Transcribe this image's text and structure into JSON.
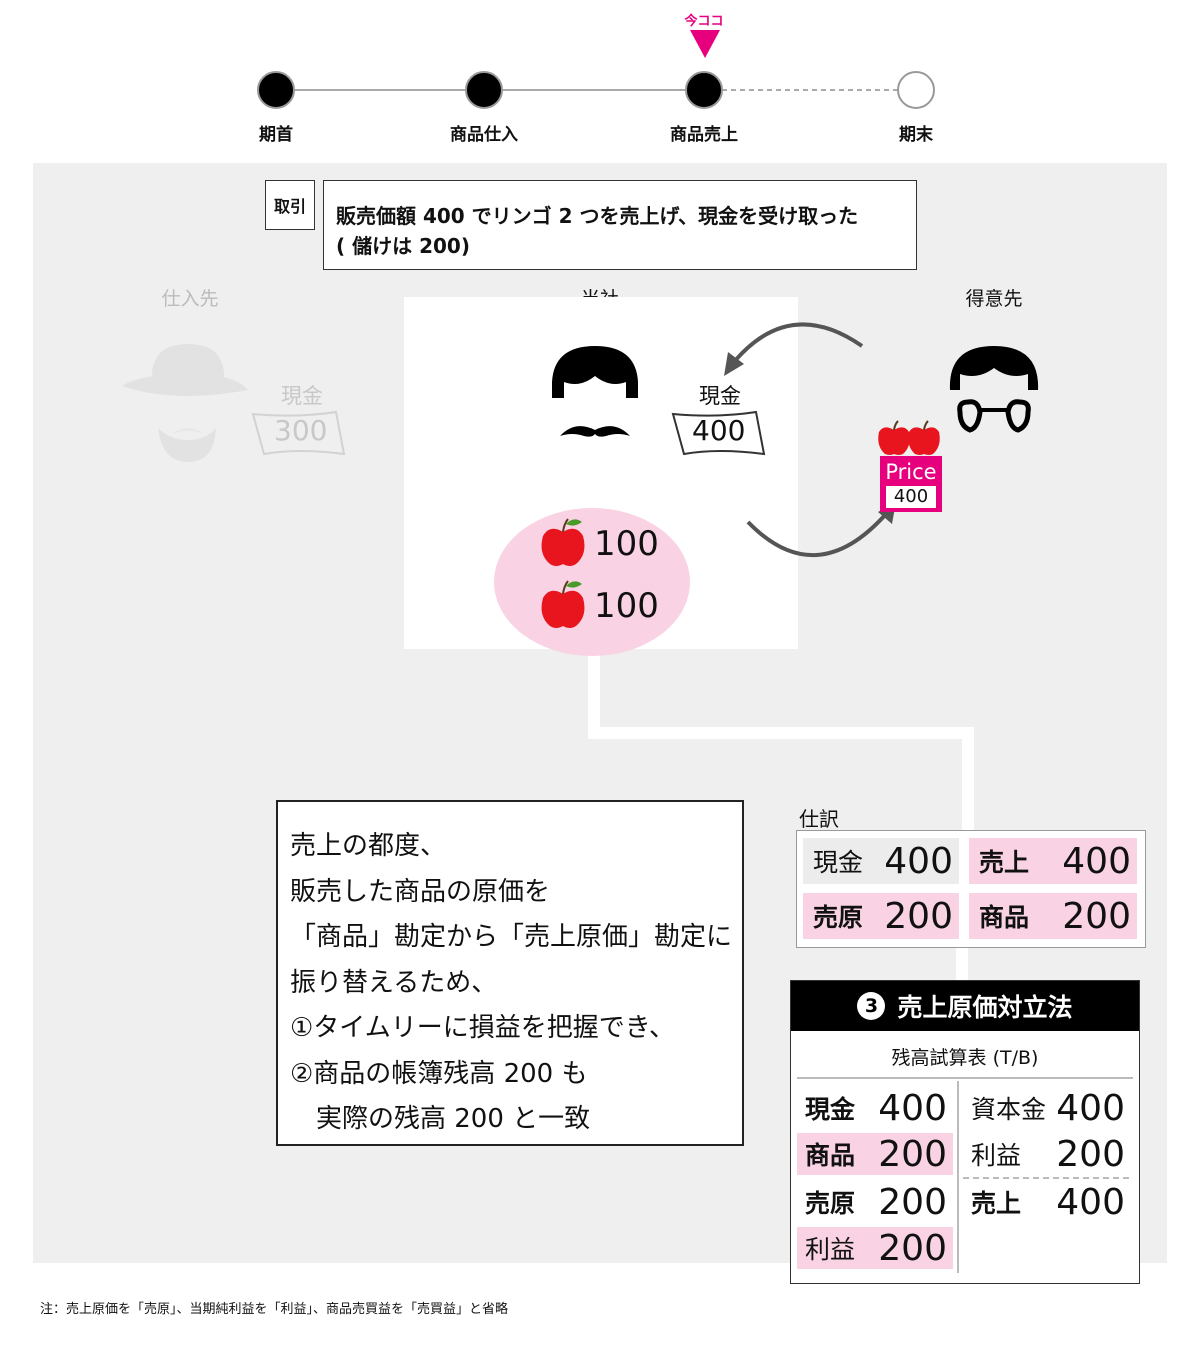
{
  "timeline": {
    "now_label": "今ココ",
    "steps": [
      {
        "label": "期首",
        "state": "done"
      },
      {
        "label": "商品仕入",
        "state": "done"
      },
      {
        "label": "商品売上",
        "state": "current"
      },
      {
        "label": "期末",
        "state": "future"
      }
    ]
  },
  "transaction": {
    "tag": "取引",
    "line1": "販売価額 400 でリンゴ 2 つを売上げ、現金を受け取った",
    "line2": "( 儲けは 200)"
  },
  "parties": {
    "supplier": "仕入先",
    "company": "当社",
    "customer": "得意先"
  },
  "supplier_cash": {
    "label": "現金",
    "amount": "300"
  },
  "received_cash": {
    "label": "現金",
    "amount": "400"
  },
  "price_tag": {
    "label": "Price",
    "amount": "400"
  },
  "inventory": [
    {
      "value": "100"
    },
    {
      "value": "100"
    }
  ],
  "explanation": {
    "lines": [
      "売上の都度、",
      "販売した商品の原価を",
      "「商品」勘定から「売上原価」勘定に",
      "振り替えるため、",
      "①タイムリーに損益を把握でき、",
      "②商品の帳簿残高 200 も",
      "　実際の残高 200 と一致"
    ]
  },
  "journal": {
    "title": "仕訳",
    "rows": [
      {
        "debit_account": "現金",
        "debit_amount": "400",
        "credit_account": "売上",
        "credit_amount": "400"
      },
      {
        "debit_account": "売原",
        "debit_amount": "200",
        "credit_account": "商品",
        "credit_amount": "200"
      }
    ]
  },
  "trial_balance": {
    "number": "3",
    "title": "売上原価対立法",
    "subtitle": "残高試算表 (T/B)",
    "debit": [
      {
        "account": "現金",
        "amount": "400"
      },
      {
        "account": "商品",
        "amount": "200"
      },
      {
        "account": "売原",
        "amount": "200"
      },
      {
        "account": "利益",
        "amount": "200"
      }
    ],
    "credit": [
      {
        "account": "資本金",
        "amount": "400"
      },
      {
        "account": "利益",
        "amount": "200"
      },
      {
        "account": "売上",
        "amount": "400"
      }
    ]
  },
  "note": "注：売上原価を「売原」、当期純利益を「利益」、商品売買益を「売買益」と省略",
  "colors": {
    "accent": "#e6007e",
    "highlight": "#f9d3e3",
    "panel": "#efefef"
  }
}
